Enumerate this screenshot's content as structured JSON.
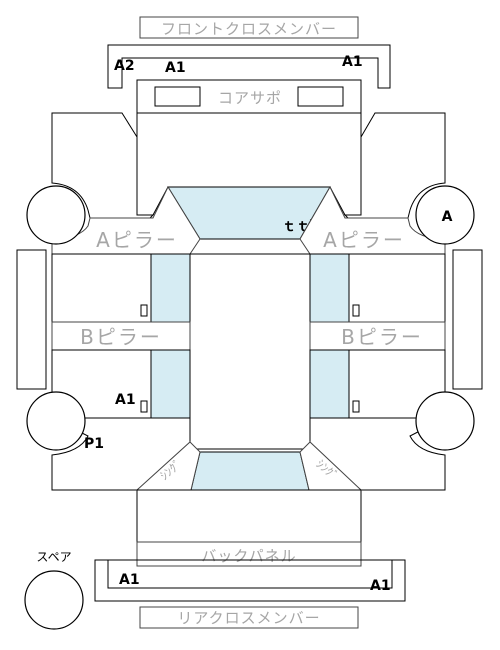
{
  "labels": {
    "front_cross_member": "フロントクロスメンバー",
    "core_support": "コアサポ",
    "a_pillar_left": "Aピラー",
    "a_pillar_right": "Aピラー",
    "b_pillar_left": "Bピラー",
    "b_pillar_right": "Bピラー",
    "back_panel": "バックパネル",
    "rear_cross_member": "リアクロスメンバー",
    "spare": "スペア",
    "rear_left_diag": "ｼﾝｸﾞ",
    "rear_right_diag": "ｼﾝｸﾞ"
  },
  "codes": {
    "front_left_a2": "A2",
    "front_left_a1": "A1",
    "front_right_a1": "A1",
    "windshield": "ｔｔﾞ",
    "front_right_wheel": "A",
    "left_b_lower": "A1",
    "rear_left_wheel": "P1",
    "rear_left_a1": "A1",
    "rear_right_a1": "A1"
  },
  "colors": {
    "panel_blue": "#d6ecf3",
    "label_grey": "#a6a6a6",
    "line": "#000000"
  }
}
